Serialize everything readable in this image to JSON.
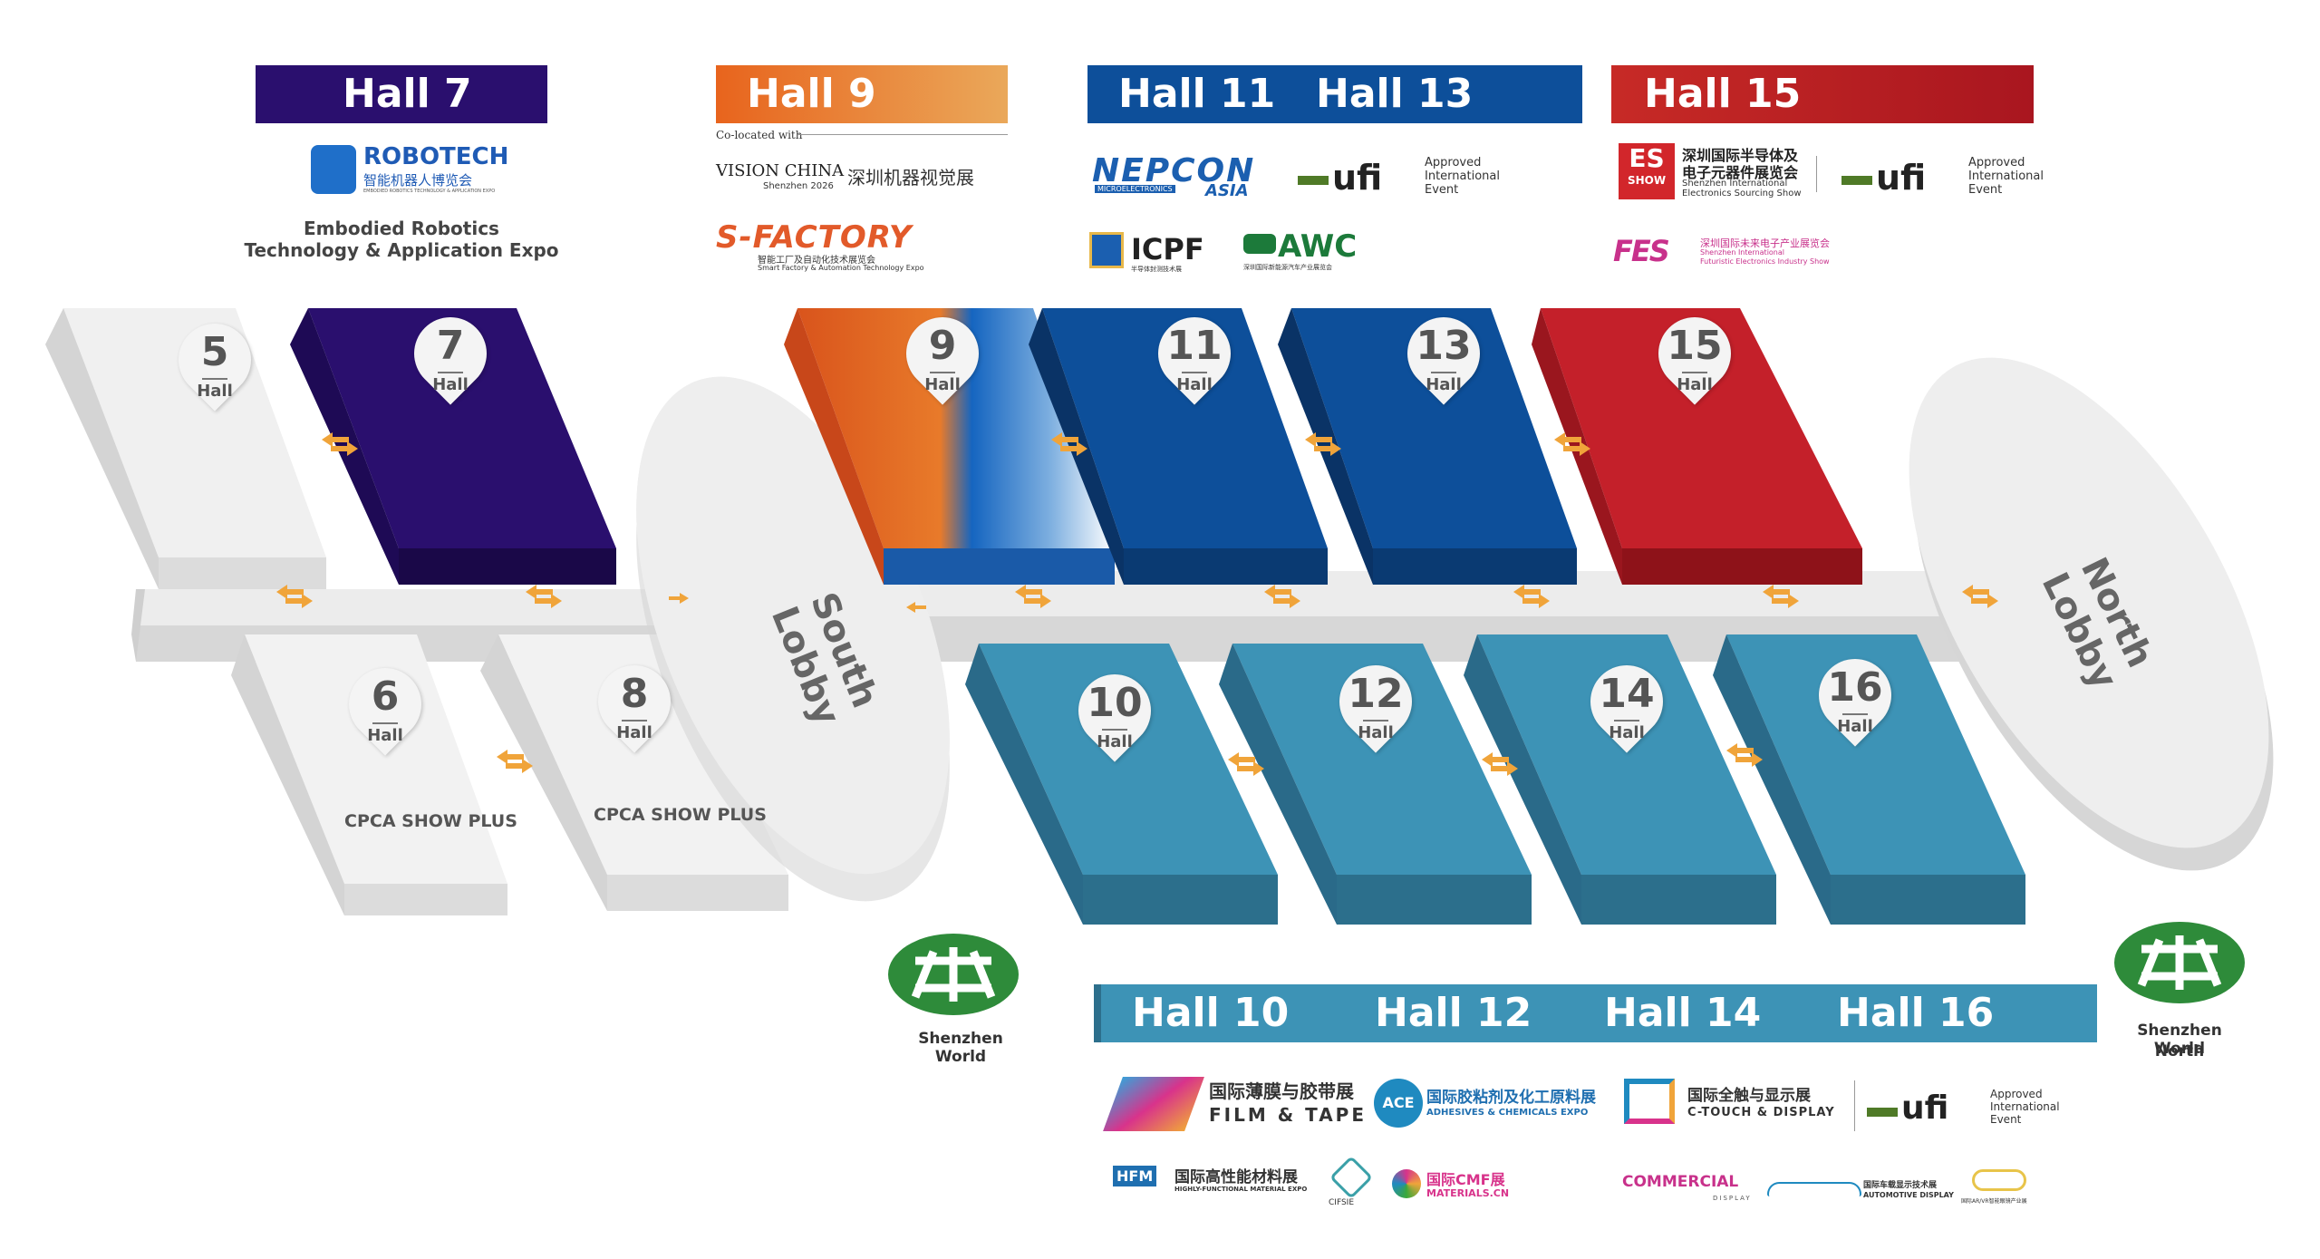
{
  "banners": {
    "hall7": "Hall 7",
    "hall9": "Hall 9",
    "hall11": "Hall 11",
    "hall13": "Hall 13",
    "hall15": "Hall 15",
    "hall10": "Hall 10",
    "hall12": "Hall 12",
    "hall14": "Hall 14",
    "hall16": "Hall 16"
  },
  "halls": [
    {
      "num": "5",
      "word": "Hall",
      "color": "#ececec"
    },
    {
      "num": "7",
      "word": "Hall",
      "color": "#2a0f6e"
    },
    {
      "num": "6",
      "word": "Hall",
      "color": "#ececec",
      "sub": "CPCA SHOW PLUS"
    },
    {
      "num": "8",
      "word": "Hall",
      "color": "#ececec",
      "sub": "CPCA SHOW PLUS"
    },
    {
      "num": "9",
      "word": "Hall",
      "color": "#e06a1f"
    },
    {
      "num": "11",
      "word": "Hall",
      "color": "#0d4f9a"
    },
    {
      "num": "13",
      "word": "Hall",
      "color": "#0d4f9a"
    },
    {
      "num": "15",
      "word": "Hall",
      "color": "#c4202a"
    },
    {
      "num": "10",
      "word": "Hall",
      "color": "#3d93b6"
    },
    {
      "num": "12",
      "word": "Hall",
      "color": "#3d93b6"
    },
    {
      "num": "14",
      "word": "Hall",
      "color": "#3d93b6"
    },
    {
      "num": "16",
      "word": "Hall",
      "color": "#3d93b6"
    }
  ],
  "lobbies": {
    "south": "South Lobby",
    "north": "North Lobby"
  },
  "stations": {
    "west": "Shenzhen World",
    "north_line1": "Shenzhen World",
    "north_line2": "North"
  },
  "exhibitions": {
    "robotech": "ROBOTECH",
    "robotech_cn": "智能机器人博览会",
    "robotech_en_small": "EMBODIED ROBOTICS TECHNOLOGY & APPLICATION EXPO",
    "embodied_line1": "Embodied Robotics",
    "embodied_line2": "Technology & Application Expo",
    "colocated": "Co-located with",
    "vision_china": "VISION CHINA",
    "vision_china_sub": "Shenzhen 2026",
    "vision_cn": "深圳机器视觉展",
    "sfactory": "S-FACTORY",
    "sfactory_cn": "智能工厂及自动化技术展览会",
    "sfactory_en": "Smart Factory & Automation Technology Expo",
    "nepcon": "NEPCON",
    "nepcon_sub": "MICROELECTRONICS",
    "nepcon_asia": "ASIA",
    "ufi": "ufi",
    "ufi_line1": "Approved",
    "ufi_line2": "International",
    "ufi_line3": "Event",
    "icpf": "ICPF",
    "icpf_sub": "半导体封测技术展",
    "awc": "AWC",
    "awc_sub": "深圳国际新能源汽车产业展览会",
    "es_show": "ES",
    "es_show_sub": "SHOW",
    "es_cn1": "深圳国际半导体及",
    "es_cn2": "电子元器件展览会",
    "es_en1": "Shenzhen International",
    "es_en2": "Electronics Sourcing Show",
    "fes": "FES",
    "fes_cn": "深圳国际未来电子产业展览会",
    "fes_en1": "Shenzhen International",
    "fes_en2": "Futuristic Electronics Industry Show",
    "film_cn": "国际薄膜与胶带展",
    "film_en": "FILM & TAPE",
    "ace": "ACE",
    "ace_cn": "国际胶粘剂及化工原料展",
    "ace_en": "ADHESIVES & CHEMICALS EXPO",
    "ctouch_cn": "国际全触与显示展",
    "ctouch_en": "C-TOUCH & DISPLAY",
    "hfm": "HFM",
    "hfm_cn": "国际高性能材料展",
    "hfm_en": "HIGHLY-FUNCTIONAL MATERIAL EXPO",
    "cifsie": "CIFSIE",
    "cmf_cn": "国际CMF展",
    "cmf_en": "MATERIALS.CN",
    "commercial": "COMMERCIAL",
    "commercial_sub": "DISPLAY",
    "auto_cn": "国际车载显示技术展",
    "auto_en": "AUTOMOTIVE DISPLAY",
    "ar_cn": "国际AR/VR智能眼镜产业展"
  },
  "colors": {
    "hall7": "#2a0f6e",
    "hall9": "#e06a1f",
    "blue_dark": "#0d4f9a",
    "red": "#c4202a",
    "teal": "#3d93b6",
    "grey": "#ececec",
    "arrow": "#f0a43a",
    "metro": "#2e8b3a"
  }
}
